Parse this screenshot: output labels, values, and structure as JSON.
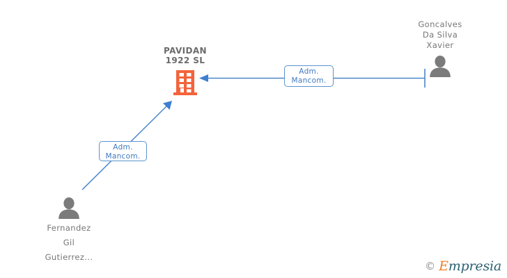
{
  "diagram": {
    "type": "corporate-relations-graph",
    "background_color": "#ffffff",
    "company": {
      "name_line1": "PAVIDAN",
      "name_line2": "1922 SL",
      "icon": "building-icon",
      "icon_color": "#F4633A"
    },
    "people": [
      {
        "id": "person-right",
        "name_line1": "Goncalves",
        "name_line2": "Da Silva",
        "name_line3": "Xavier",
        "icon": "person-avatar-icon",
        "icon_color": "#7b7b7b"
      },
      {
        "id": "person-left",
        "name_line1": "Fernandez",
        "name_line2": "Gil",
        "name_line3": "Gutierrez...",
        "icon": "person-avatar-icon",
        "icon_color": "#7b7b7b"
      }
    ],
    "edges": [
      {
        "id": "edge-right",
        "from": "person-right",
        "to": "company",
        "label_line1": "Adm.",
        "label_line2": "Mancom.",
        "color": "#4a86c8"
      },
      {
        "id": "edge-left",
        "from": "person-left",
        "to": "company",
        "label_line1": "Adm.",
        "label_line2": "Mancom.",
        "color": "#4a86c8"
      }
    ],
    "watermark": {
      "copyright": "©",
      "brand_initial": "E",
      "brand_rest": "mpresia",
      "initial_color": "#ef7c23",
      "rest_color": "#2a6070"
    }
  }
}
